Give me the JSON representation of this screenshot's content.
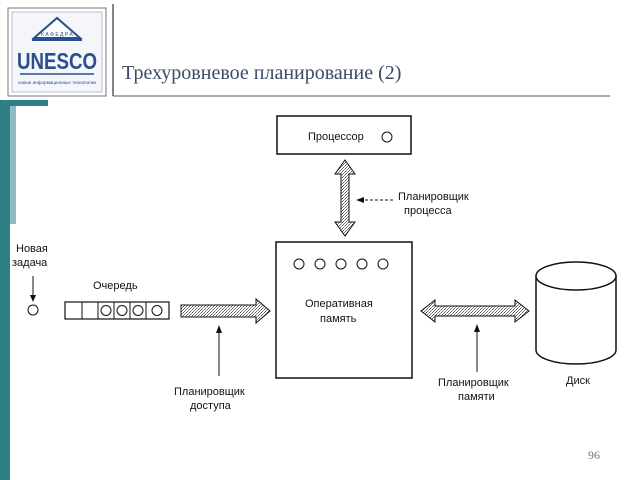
{
  "logo": {
    "top_text": "К А Ф Е Д Р А",
    "main_text": "UNESCO",
    "bottom_text": "новые информационные технологии"
  },
  "slide": {
    "title": "Трехуровневое планирование (2)",
    "page_number": "96"
  },
  "diagram": {
    "new_task_line1": "Новая",
    "new_task_line2": "задача",
    "queue_label": "Очередь",
    "processor_label": "Процессор",
    "process_scheduler_line1": "Планировщик",
    "process_scheduler_line2": "процесса",
    "memory_line1": "Оперативная",
    "memory_line2": "память",
    "access_scheduler_line1": "Планировщик",
    "access_scheduler_line2": "доступа",
    "memory_scheduler_line1": "Планировщик",
    "memory_scheduler_line2": "памяти",
    "disk_label": "Диск"
  },
  "colors": {
    "title": "#3c4a66",
    "accent_teal": "#2f7f86",
    "logo_blue": "#2b4f8c",
    "divider": "#5a5a5a"
  }
}
